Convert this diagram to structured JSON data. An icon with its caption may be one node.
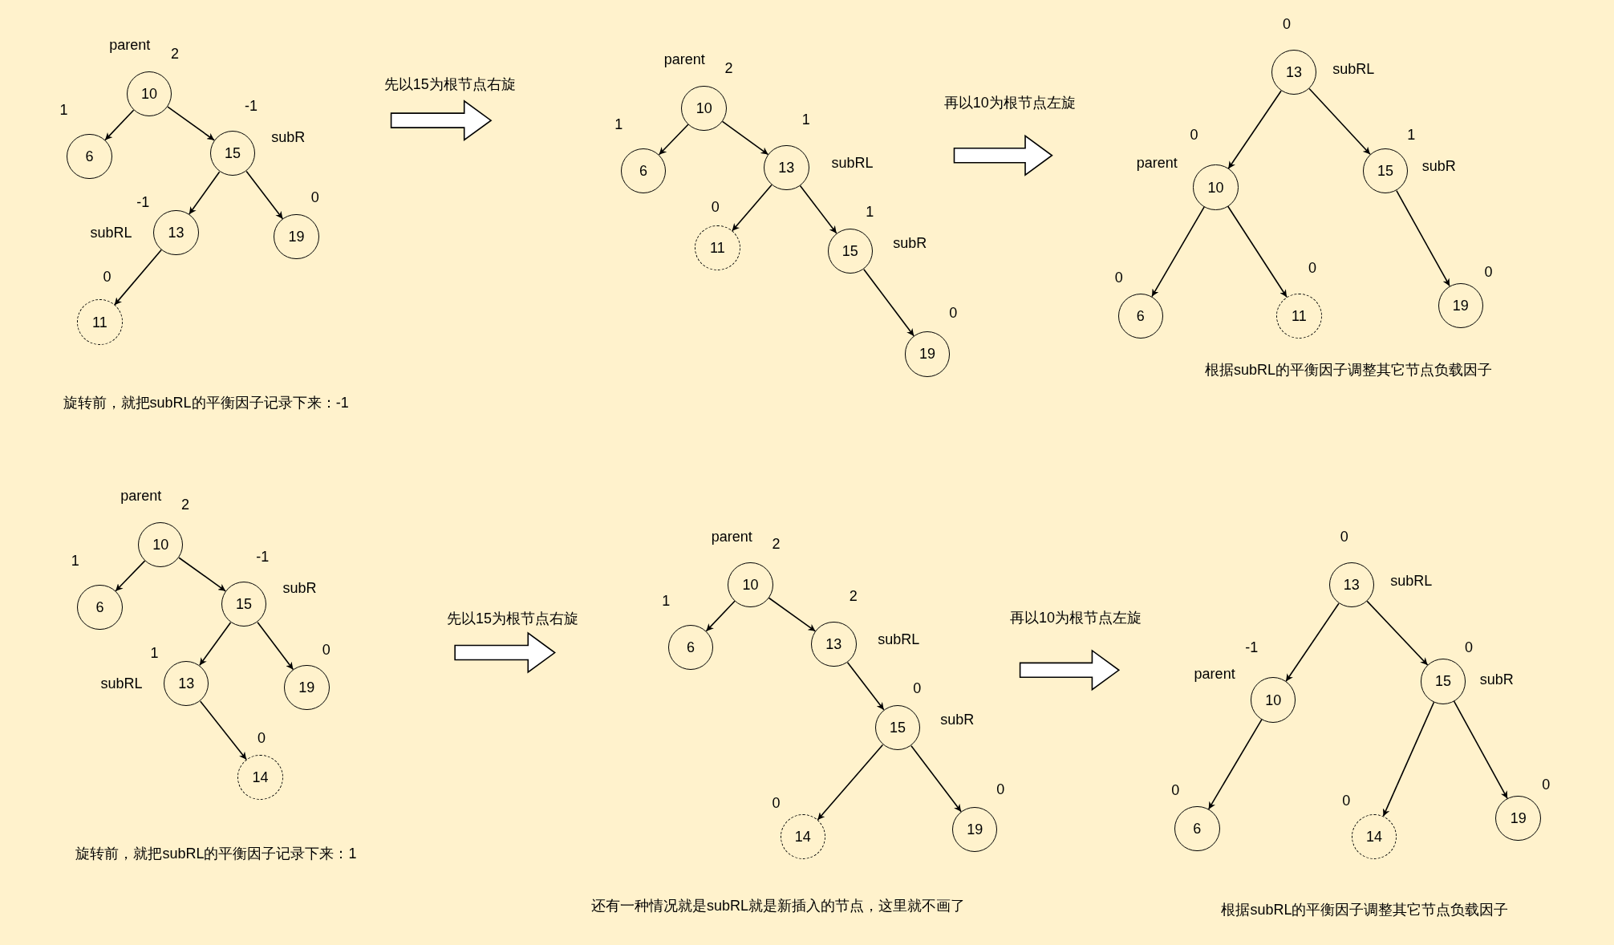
{
  "diagram": {
    "nodes": [
      {
        "text": [
          "10"
        ],
        "beside": [
          "parent",
          "2"
        ]
      },
      {
        "text": [
          "6"
        ],
        "beside": [
          "1"
        ]
      },
      {
        "text": [
          "15"
        ],
        "beside": [
          "-1",
          "subR"
        ]
      },
      {
        "text": [
          "13"
        ],
        "beside": [
          "-1",
          "subRL"
        ]
      },
      {
        "text": [
          "19"
        ],
        "beside": [
          "0"
        ]
      },
      {
        "text": [
          "11"
        ],
        "beside": [
          "0"
        ]
      },
      {
        "text": [
          "10"
        ],
        "beside": [
          "parent",
          "2"
        ]
      },
      {
        "text": [
          "6"
        ],
        "beside": [
          "1"
        ]
      },
      {
        "text": [
          "13"
        ],
        "beside": [
          "1",
          "subRL"
        ]
      },
      {
        "text": [
          "11"
        ],
        "beside": [
          "0"
        ]
      },
      {
        "text": [
          "15"
        ],
        "beside": [
          "1",
          "subR"
        ]
      },
      {
        "text": [
          "19"
        ],
        "beside": [
          "0"
        ]
      },
      {
        "text": [
          "13"
        ],
        "beside": [
          "0",
          "subRL"
        ]
      },
      {
        "text": [
          "10"
        ],
        "beside": [
          "0",
          "parent"
        ]
      },
      {
        "text": [
          "15"
        ],
        "beside": [
          "1",
          "subR"
        ]
      },
      {
        "text": [
          "6"
        ],
        "beside": [
          "0"
        ]
      },
      {
        "text": [
          "11"
        ],
        "beside": [
          "0"
        ]
      },
      {
        "text": [
          "19"
        ],
        "beside": [
          "0"
        ]
      },
      {
        "text": [
          "10"
        ],
        "beside": [
          "parent",
          "2"
        ]
      },
      {
        "text": [
          "6"
        ],
        "beside": [
          "1"
        ]
      },
      {
        "text": [
          "15"
        ],
        "beside": [
          "-1",
          "subR"
        ]
      },
      {
        "text": [
          "13"
        ],
        "beside": [
          "1",
          "subRL"
        ]
      },
      {
        "text": [
          "19"
        ],
        "beside": [
          "0"
        ]
      },
      {
        "text": [
          "14"
        ],
        "beside": [
          "0"
        ]
      },
      {
        "text": [
          "10"
        ],
        "beside": [
          "parent",
          "2"
        ]
      },
      {
        "text": [
          "6"
        ],
        "beside": [
          "1"
        ]
      },
      {
        "text": [
          "13"
        ],
        "beside": [
          "2",
          "subRL"
        ]
      },
      {
        "text": [
          "15"
        ],
        "beside": [
          "0",
          "subR"
        ]
      },
      {
        "text": [
          "14"
        ],
        "beside": [
          "0"
        ]
      },
      {
        "text": [
          "19"
        ],
        "beside": [
          "0"
        ]
      },
      {
        "text": [
          "13"
        ],
        "beside": [
          "0",
          "subRL"
        ]
      },
      {
        "text": [
          "10"
        ],
        "beside": [
          "-1",
          "parent"
        ]
      },
      {
        "text": [
          "15"
        ],
        "beside": [
          "0",
          "subR"
        ]
      },
      {
        "text": [
          "6"
        ],
        "beside": [
          "0"
        ]
      },
      {
        "text": [
          "14"
        ],
        "beside": [
          "0"
        ]
      },
      {
        "text": [
          "19"
        ],
        "beside": [
          "0"
        ]
      }
    ],
    "edges": [
      {
        "from": 0,
        "to": 1,
        "arrow": "to"
      },
      {
        "from": 0,
        "to": 2,
        "arrow": "to"
      },
      {
        "from": 2,
        "to": 3,
        "arrow": "to"
      },
      {
        "from": 2,
        "to": 4,
        "arrow": "to"
      },
      {
        "from": 3,
        "to": 5,
        "arrow": "to"
      },
      {
        "from": 6,
        "to": 7,
        "arrow": "to"
      },
      {
        "from": 6,
        "to": 8,
        "arrow": "to"
      },
      {
        "from": 8,
        "to": 9,
        "arrow": "to"
      },
      {
        "from": 8,
        "to": 10,
        "arrow": "to"
      },
      {
        "from": 10,
        "to": 11,
        "arrow": "to"
      },
      {
        "from": 12,
        "to": 13,
        "arrow": "to"
      },
      {
        "from": 12,
        "to": 14,
        "arrow": "to"
      },
      {
        "from": 13,
        "to": 15,
        "arrow": "to"
      },
      {
        "from": 13,
        "to": 16,
        "arrow": "to"
      },
      {
        "from": 14,
        "to": 17,
        "arrow": "to"
      },
      {
        "from": 18,
        "to": 19,
        "arrow": "to"
      },
      {
        "from": 18,
        "to": 20,
        "arrow": "to"
      },
      {
        "from": 20,
        "to": 21,
        "arrow": "to"
      },
      {
        "from": 20,
        "to": 22,
        "arrow": "to"
      },
      {
        "from": 21,
        "to": 23,
        "arrow": "to"
      },
      {
        "from": 24,
        "to": 25,
        "arrow": "to"
      },
      {
        "from": 24,
        "to": 26,
        "arrow": "to"
      },
      {
        "from": 26,
        "to": 27,
        "arrow": "to"
      },
      {
        "from": 27,
        "to": 28,
        "arrow": "to"
      },
      {
        "from": 27,
        "to": 29,
        "arrow": "to"
      },
      {
        "from": 30,
        "to": 31,
        "arrow": "to"
      },
      {
        "from": 30,
        "to": 32,
        "arrow": "to"
      },
      {
        "from": 31,
        "to": 33,
        "arrow": "to"
      },
      {
        "from": 32,
        "to": 34,
        "arrow": "to"
      },
      {
        "from": 32,
        "to": 35,
        "arrow": "to"
      }
    ],
    "labels": [
      "先以15为根节点右旋",
      "再以10为根节点左旋",
      "旋转前，就把subRL的平衡因子记录下来：-1",
      "根据subRL的平衡因子调整其它节点负载因子",
      "先以15为根节点右旋",
      "再以10为根节点左旋",
      "旋转前，就把subRL的平衡因子记录下来：1",
      "还有一种情况就是subRL就是新插入的节点，这里就不画了",
      "根据subRL的平衡因子调整其它节点负载因子"
    ]
  }
}
